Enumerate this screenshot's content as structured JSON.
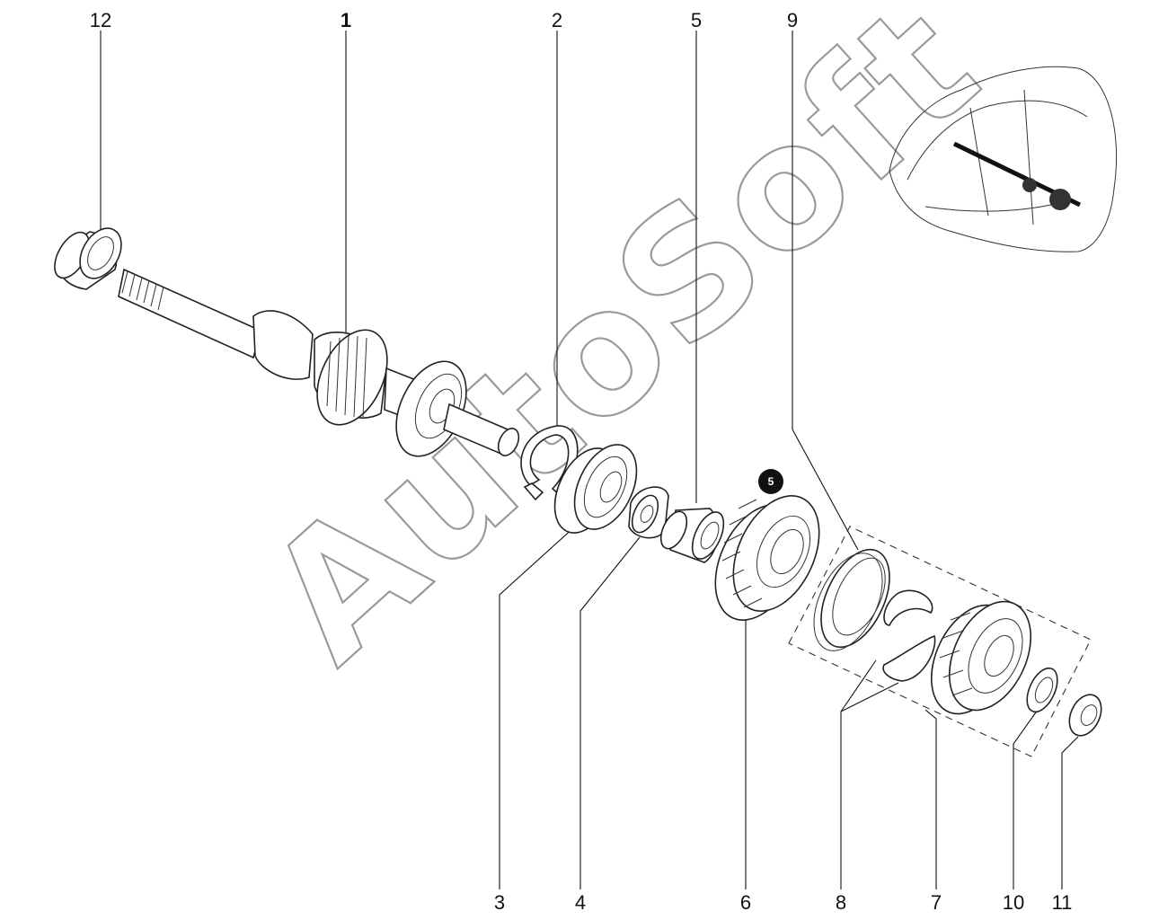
{
  "watermark": "AutoSoft",
  "badge": "5",
  "callouts": {
    "c12": "12",
    "c1": "1",
    "c2": "2",
    "c5": "5",
    "c9": "9",
    "c3": "3",
    "c4": "4",
    "c6": "6",
    "c8": "8",
    "c7": "7",
    "c10": "10",
    "c11": "11"
  }
}
